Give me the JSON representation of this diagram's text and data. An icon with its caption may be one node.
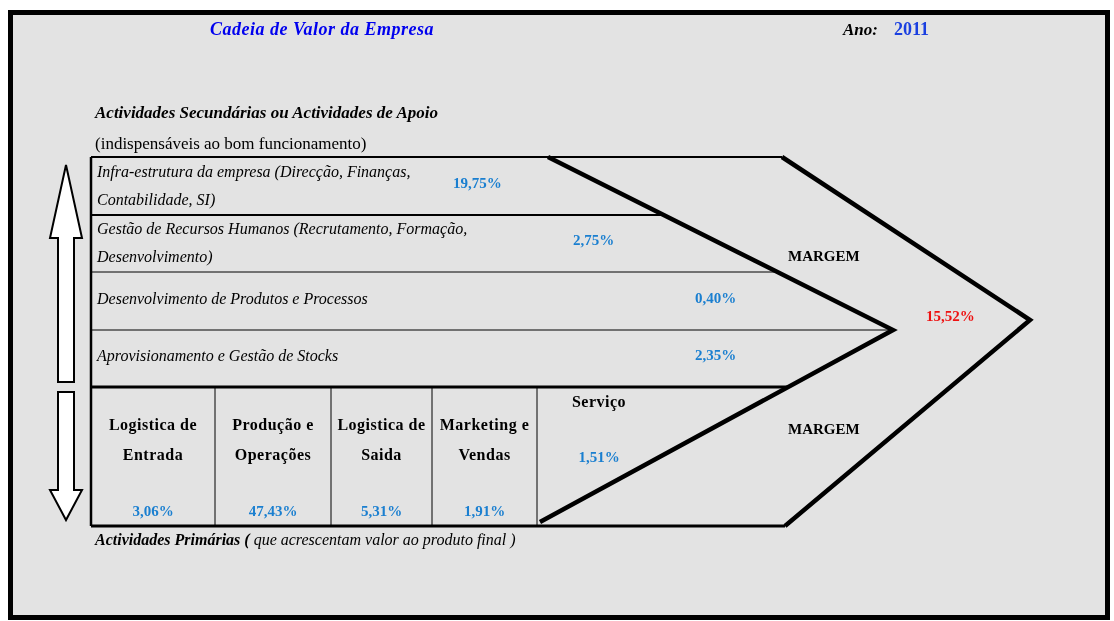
{
  "diagram": {
    "title": "Cadeia de Valor da Empresa",
    "nodes": [
      {
        "text": [
          "Infra-estrutura da empresa (Direcção, Finanças, Contabilidade, SI)",
          "19,75%"
        ]
      },
      {
        "text": [
          "Gestão de Recursos Humanos (Recrutamento, Formação, Desenvolvimento)",
          "2,75%"
        ]
      },
      {
        "text": [
          "Desenvolvimento de Produtos e Processos",
          "0,40%"
        ]
      },
      {
        "text": [
          "Aprovisionamento e Gestão de Stocks",
          "2,35%"
        ]
      },
      {
        "text": [
          "Logistica de Entrada",
          "3,06%"
        ]
      },
      {
        "text": [
          "Produção e Operações",
          "47,43%"
        ]
      },
      {
        "text": [
          "Logistica de Saida",
          "5,31%"
        ]
      },
      {
        "text": [
          "Marketing e Vendas",
          "1,91%"
        ]
      },
      {
        "text": [
          "Serviço",
          "1,51%"
        ]
      }
    ],
    "labels": [
      "Ano:",
      "2011",
      "Actividades Secundárias ou Actividades de Apoio",
      "(indispensáveis ao bom funcionamento)",
      "MARGEM",
      "15,52%",
      "MARGEM",
      "**Actividades Primárias (** que acrescentam valor ao produto final )"
    ]
  }
}
